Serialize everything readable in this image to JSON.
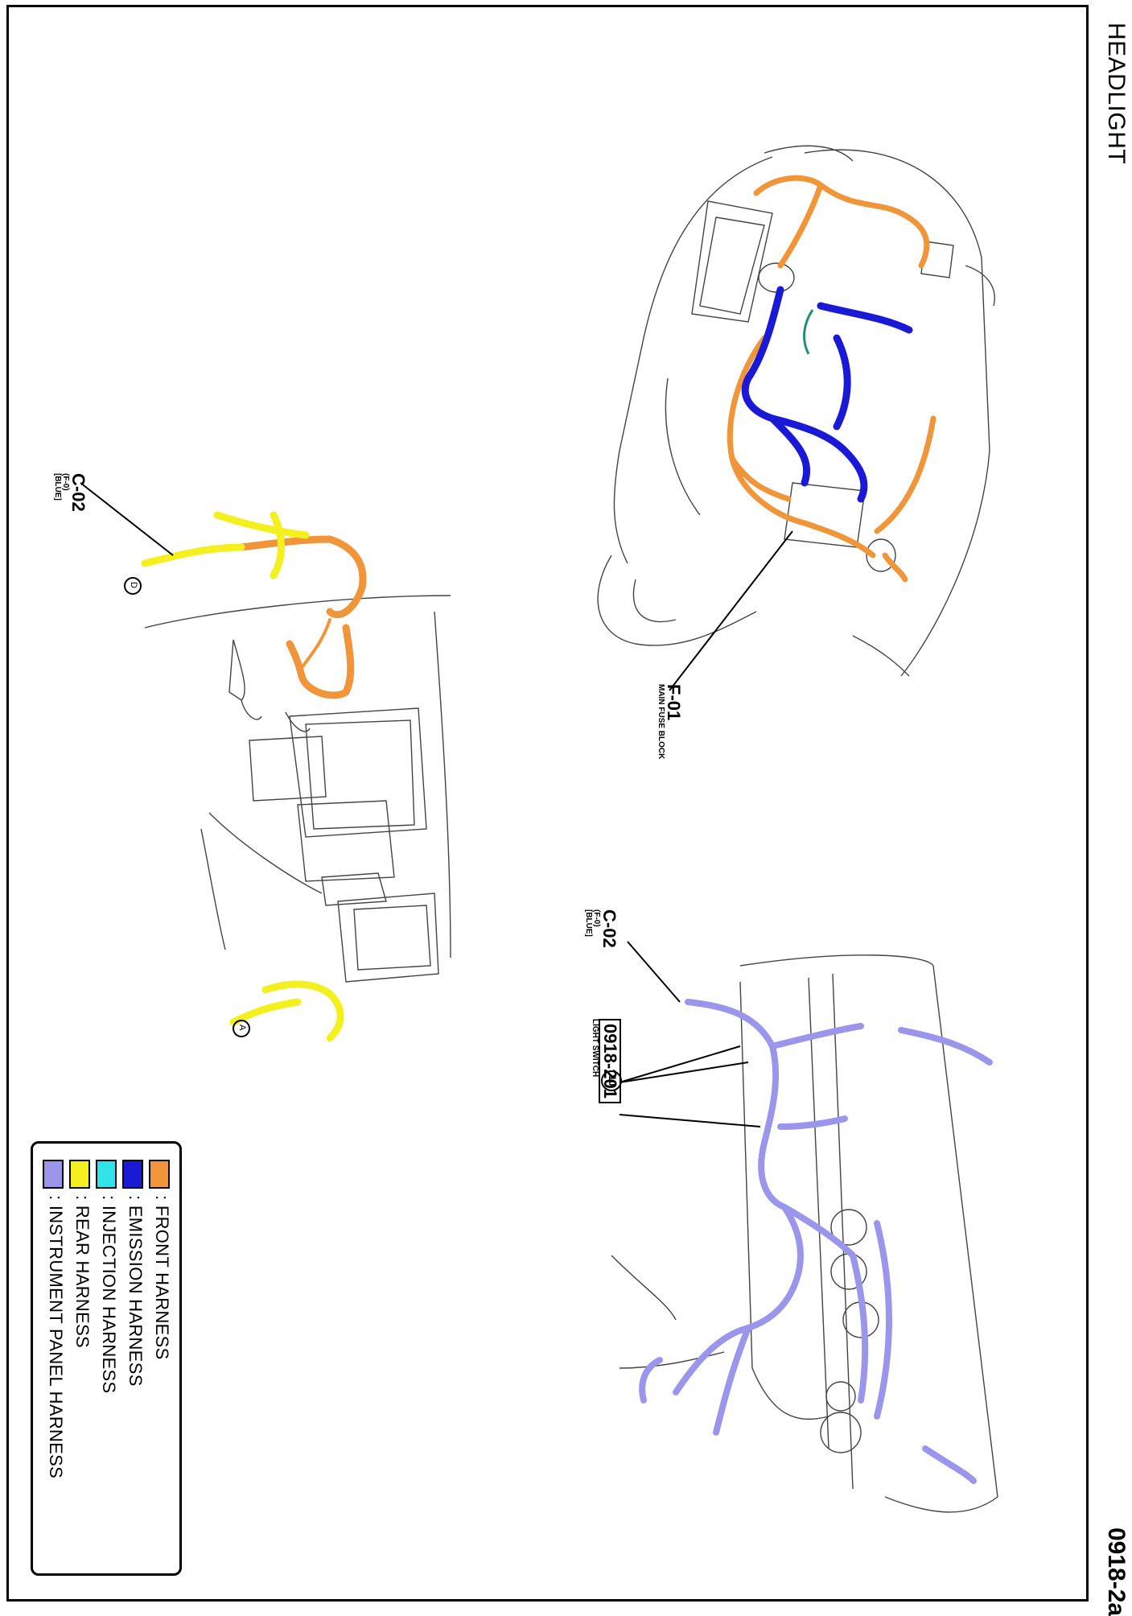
{
  "header": {
    "title": "HEADLIGHT",
    "page_code": "0918-2a"
  },
  "callouts": {
    "c02_left": {
      "id": "C-02",
      "sub1": "(F-0)",
      "sub2": "[BLUE]"
    },
    "f01": {
      "id": "F-01",
      "name": "MAIN FUSE BLOCK"
    },
    "c02_right": {
      "id": "C-02",
      "sub1": "(F-0)",
      "sub2": "[BLUE]"
    },
    "light_switch": {
      "id": "0918-201",
      "name": "LIGHT SWITCH",
      "circle": "10"
    },
    "ref_a": "A",
    "ref_d": "D"
  },
  "legend": {
    "items": [
      {
        "label": ": FRONT HARNESS",
        "color": "#f0953a"
      },
      {
        "label": ": EMISSION HARNESS",
        "color": "#1a1ad6"
      },
      {
        "label": ": INJECTION HARNESS",
        "color": "#2fe3e8"
      },
      {
        "label": ": REAR HARNESS",
        "color": "#f4ef1f"
      },
      {
        "label": ": INSTRUMENT PANEL HARNESS",
        "color": "#9b96ec"
      }
    ]
  }
}
